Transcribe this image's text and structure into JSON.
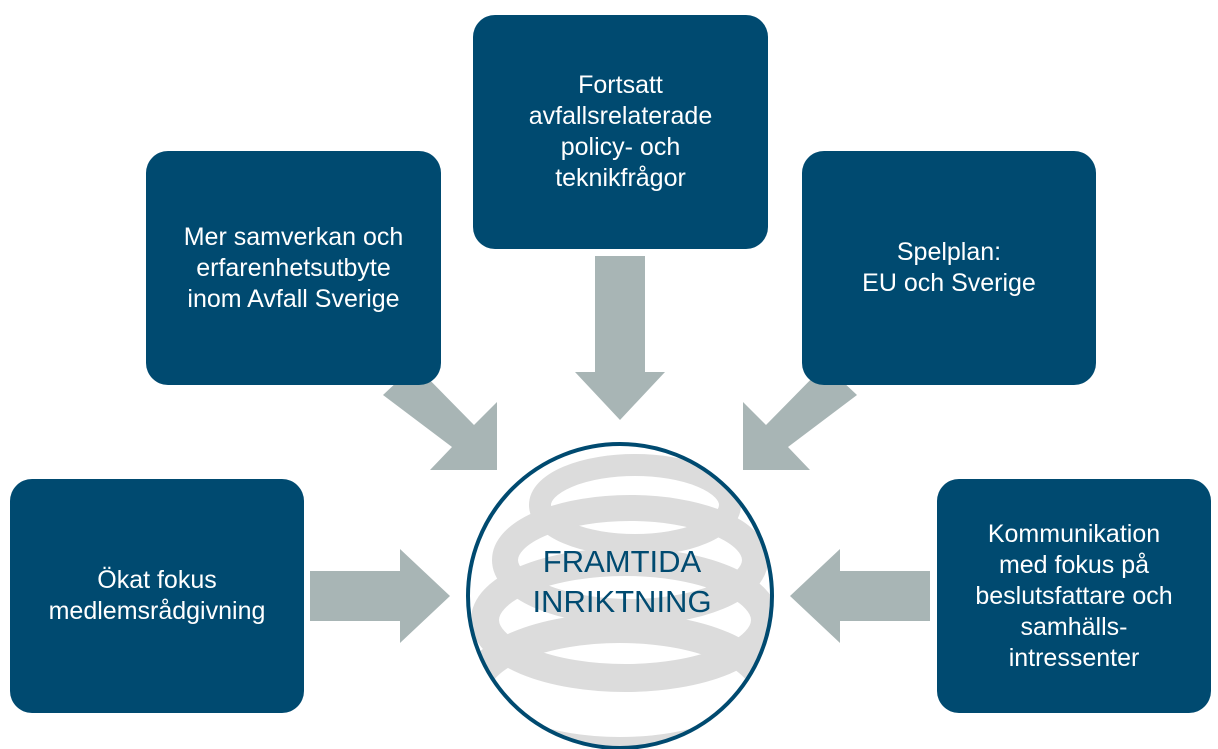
{
  "colors": {
    "box": "#004a70",
    "arrow": "#a8b5b5",
    "circle_stroke": "#004a70",
    "swirl": "#d9d9d9"
  },
  "center": {
    "label": "FRAMTIDA\nINRIKTNING"
  },
  "boxes": [
    {
      "id": "samverkan",
      "text": "Mer samverkan och\nerfarenhetsutbyte\ninom Avfall Sverige"
    },
    {
      "id": "policy",
      "text": "Fortsatt\navfallsrelaterade\npolicy- och\nteknikfrågor"
    },
    {
      "id": "spelplan",
      "text": "Spelplan:\nEU och Sverige"
    },
    {
      "id": "medlem",
      "text": "Ökat fokus\nmedlemsrådgivning"
    },
    {
      "id": "kommunikation",
      "text": "Kommunikation\nmed fokus på\nbeslutsfattare och\nsamhälls-\nintressenter"
    }
  ]
}
